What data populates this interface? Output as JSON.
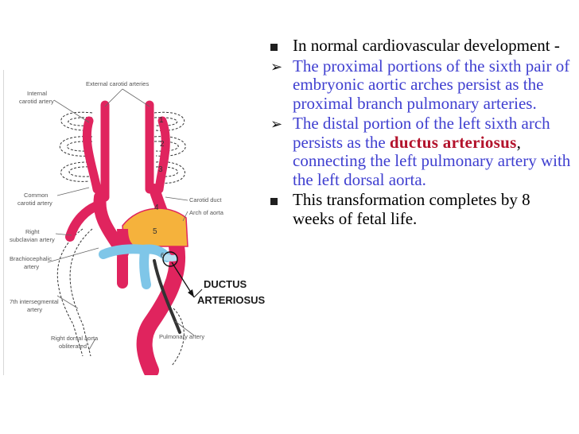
{
  "figure": {
    "labels": {
      "external_carotid": "External carotid arteries",
      "internal_carotid_1": "Internal",
      "internal_carotid_2": "carotid artery",
      "common_carotid_1": "Common",
      "common_carotid_2": "carotid artery",
      "right_subclavian_1": "Right",
      "right_subclavian_2": "subclavian artery",
      "brachiocephalic_1": "Brachiocephalic",
      "brachiocephalic_2": "artery",
      "intersegmental_1": "7th intersegmental",
      "intersegmental_2": "artery",
      "right_dorsal_1": "Right dorsal aorta",
      "right_dorsal_2": "obliterated",
      "pulmonary": "Pulmonary artery",
      "carotid_duct": "Carotid duct",
      "arch_of_aorta": "Arch of aorta",
      "ductus_1": "DUCTUS",
      "ductus_2": "ARTERIOSUS",
      "n1": "1",
      "n2": "2",
      "n3": "3",
      "n4": "4",
      "n5": "5",
      "n6": "6"
    }
  },
  "bullets": [
    {
      "style": "square",
      "segments": [
        {
          "text": "In normal cardiovascular development -",
          "tone": "black"
        }
      ]
    },
    {
      "style": "arrow",
      "segments": [
        {
          "text": "The proximal portions of the sixth pair of embryonic aortic arches persist as the proximal branch pulmonary arteries.",
          "tone": "blue"
        }
      ]
    },
    {
      "style": "arrow",
      "segments": [
        {
          "text": "The distal portion of the left sixth arch persists as the ",
          "tone": "blue"
        },
        {
          "text": "ductus arteriosus",
          "tone": "red-bold"
        },
        {
          "text": ", ",
          "tone": "black"
        },
        {
          "text": "connecting the left pulmonary artery with the left dorsal aorta.",
          "tone": "blue"
        }
      ]
    },
    {
      "style": "square",
      "segments": [
        {
          "text": "This transformation completes by 8 weeks of fetal life.",
          "tone": "black"
        }
      ]
    }
  ],
  "bullet_marks": {
    "square": "",
    "arrow": "➢"
  },
  "colors": {
    "artery_red": "#e0245e",
    "arch_orange": "#f5b23c",
    "pulmonary_blue": "#7fc6e8",
    "text_blue": "#3f3fd0",
    "ductus_red": "#b3132c"
  }
}
